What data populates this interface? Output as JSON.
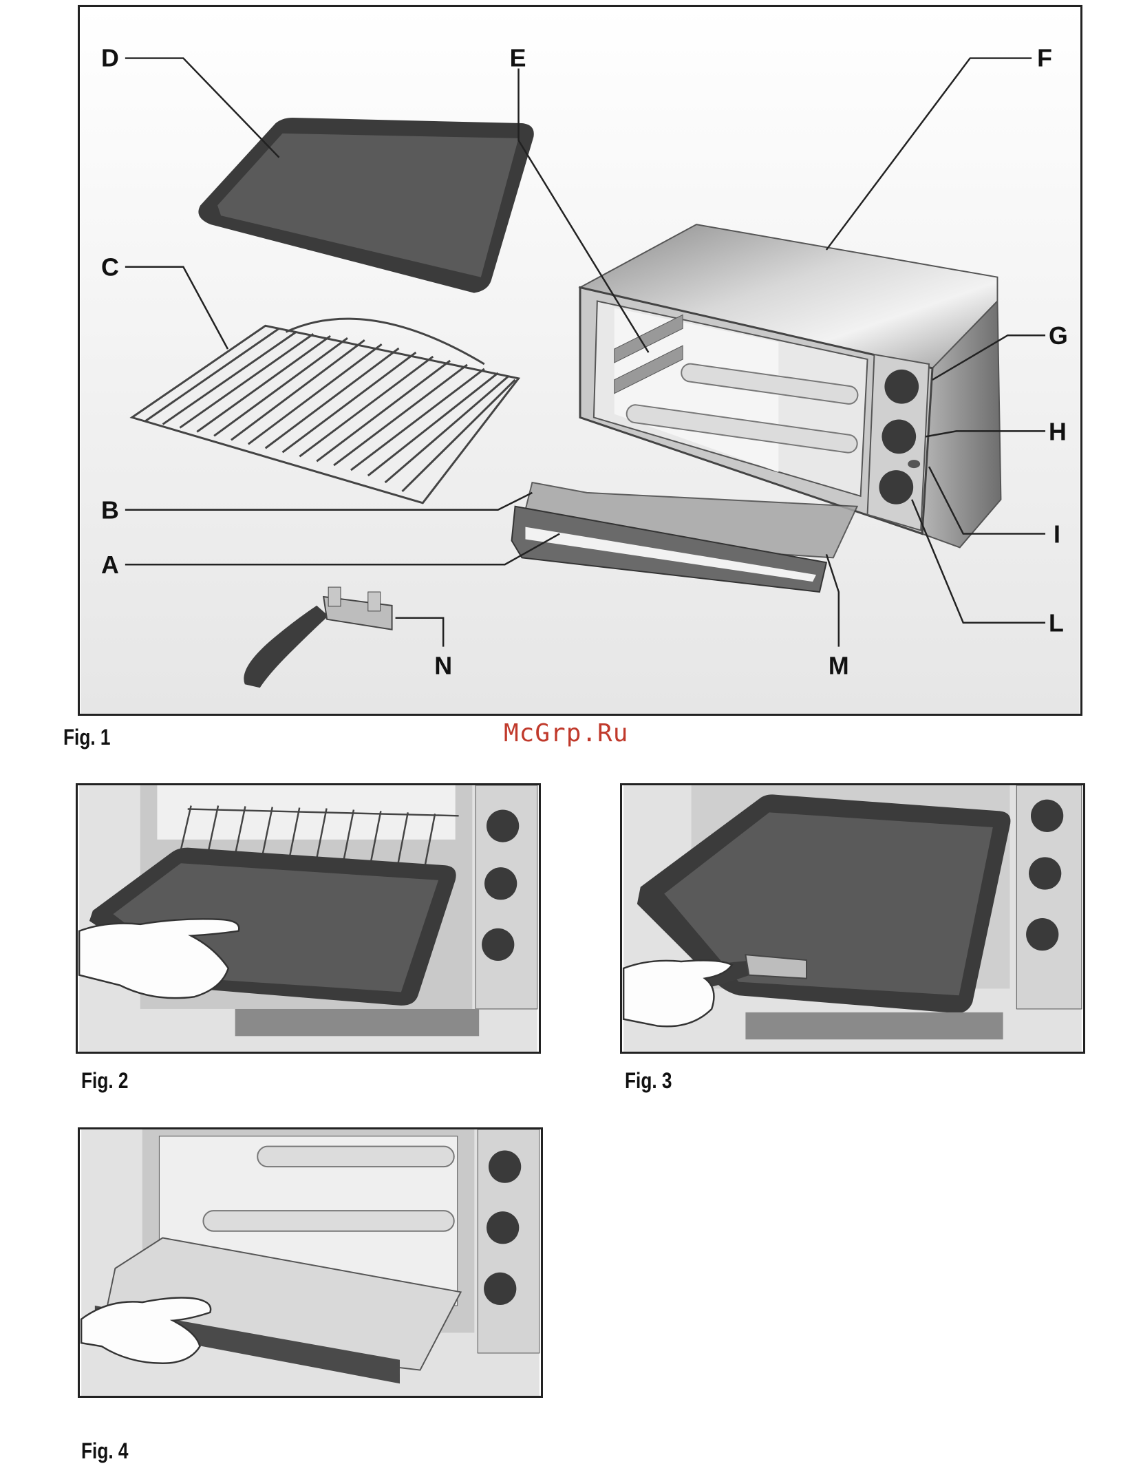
{
  "watermark": "McGrp.Ru",
  "figures": [
    {
      "caption": "Fig. 1"
    },
    {
      "caption": "Fig. 2"
    },
    {
      "caption": "Fig. 3"
    },
    {
      "caption": "Fig. 4"
    }
  ],
  "labels": {
    "A": "A",
    "B": "B",
    "C": "C",
    "D": "D",
    "E": "E",
    "F": "F",
    "G": "G",
    "H": "H",
    "I": "I",
    "L": "L",
    "M": "M",
    "N": "N"
  }
}
